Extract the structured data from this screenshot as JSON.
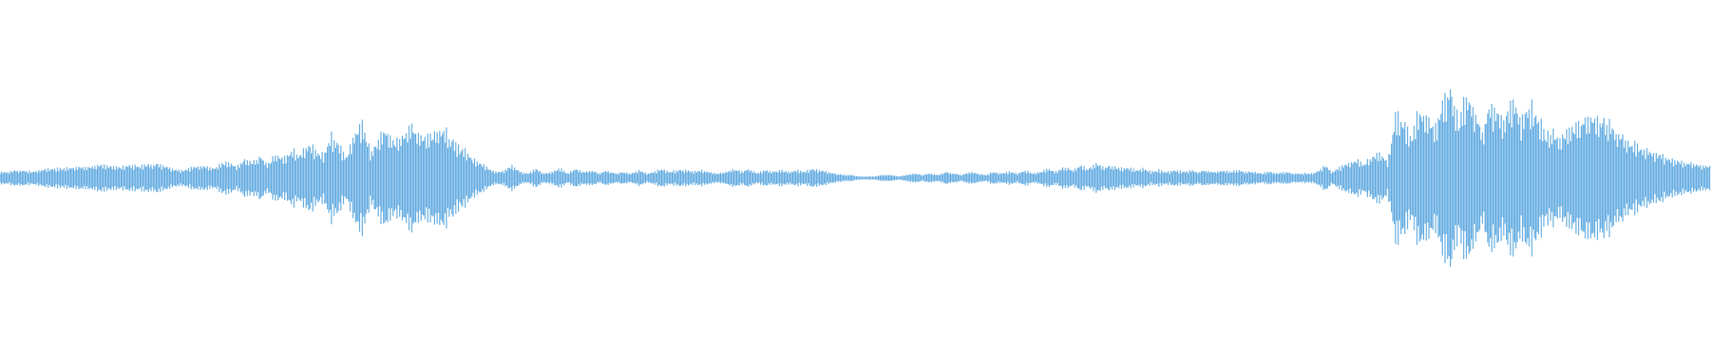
{
  "waveform": {
    "color": "#5ea9e0",
    "background": "#ffffff",
    "envelope": [
      0.04,
      0.04,
      0.05,
      0.05,
      0.04,
      0.05,
      0.06,
      0.06,
      0.06,
      0.07,
      0.07,
      0.07,
      0.08,
      0.08,
      0.08,
      0.07,
      0.08,
      0.08,
      0.08,
      0.09,
      0.09,
      0.08,
      0.06,
      0.05,
      0.06,
      0.08,
      0.08,
      0.06,
      0.09,
      0.1,
      0.07,
      0.12,
      0.1,
      0.14,
      0.09,
      0.16,
      0.12,
      0.18,
      0.15,
      0.22,
      0.18,
      0.15,
      0.28,
      0.2,
      0.14,
      0.3,
      0.35,
      0.16,
      0.25,
      0.32,
      0.22,
      0.28,
      0.34,
      0.3,
      0.26,
      0.3,
      0.33,
      0.26,
      0.2,
      0.18,
      0.12,
      0.1,
      0.06,
      0.04,
      0.05,
      0.08,
      0.04,
      0.03,
      0.06,
      0.03,
      0.04,
      0.06,
      0.03,
      0.06,
      0.04,
      0.05,
      0.03,
      0.05,
      0.03,
      0.04,
      0.03,
      0.05,
      0.03,
      0.04,
      0.06,
      0.04,
      0.05,
      0.05,
      0.04,
      0.05,
      0.04,
      0.03,
      0.04,
      0.06,
      0.04,
      0.06,
      0.03,
      0.05,
      0.04,
      0.05,
      0.04,
      0.05,
      0.04,
      0.06,
      0.05,
      0.04,
      0.03,
      0.02,
      0.02,
      0.01,
      0.01,
      0.01,
      0.02,
      0.02,
      0.01,
      0.02,
      0.03,
      0.02,
      0.03,
      0.02,
      0.04,
      0.03,
      0.02,
      0.04,
      0.03,
      0.02,
      0.04,
      0.03,
      0.04,
      0.03,
      0.05,
      0.03,
      0.04,
      0.06,
      0.04,
      0.07,
      0.05,
      0.08,
      0.06,
      0.09,
      0.07,
      0.08,
      0.06,
      0.07,
      0.05,
      0.06,
      0.04,
      0.05,
      0.04,
      0.05,
      0.04,
      0.05,
      0.04,
      0.05,
      0.04,
      0.05,
      0.04,
      0.05,
      0.04,
      0.04,
      0.03,
      0.04,
      0.03,
      0.04,
      0.03,
      0.03,
      0.03,
      0.04,
      0.08,
      0.04,
      0.07,
      0.1,
      0.12,
      0.09,
      0.14,
      0.16,
      0.1,
      0.4,
      0.35,
      0.25,
      0.45,
      0.4,
      0.3,
      0.48,
      0.6,
      0.35,
      0.55,
      0.45,
      0.3,
      0.5,
      0.42,
      0.38,
      0.55,
      0.35,
      0.48,
      0.4,
      0.28,
      0.3,
      0.25,
      0.32,
      0.35,
      0.38,
      0.4,
      0.38,
      0.35,
      0.3,
      0.26,
      0.22,
      0.2,
      0.18,
      0.16,
      0.14,
      0.12,
      0.11,
      0.1,
      0.09,
      0.08,
      0.08
    ]
  }
}
